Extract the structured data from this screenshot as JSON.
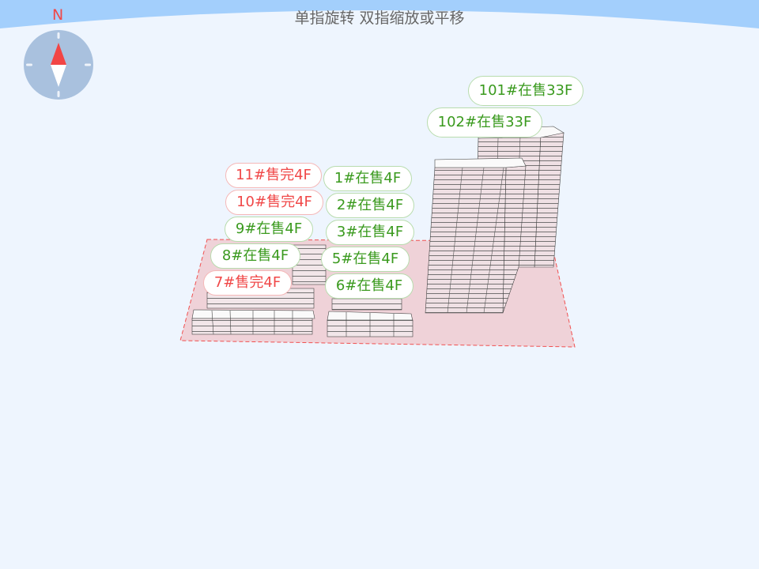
{
  "hint": "单指旋转 双指缩放或平移",
  "compass": {
    "north_label": "N",
    "icon": "compass-icon"
  },
  "colors": {
    "on_sale": "#3a9a1e",
    "sold_out": "#f04848",
    "ground": "#efd2d8"
  },
  "buildings": [
    {
      "id": "101",
      "label": "101#在售33F",
      "status": "on_sale"
    },
    {
      "id": "102",
      "label": "102#在售33F",
      "status": "on_sale"
    },
    {
      "id": "11",
      "label": "11#售完4F",
      "status": "sold"
    },
    {
      "id": "1",
      "label": "1#在售4F",
      "status": "on_sale"
    },
    {
      "id": "10",
      "label": "10#售完4F",
      "status": "sold"
    },
    {
      "id": "2",
      "label": "2#在售4F",
      "status": "on_sale"
    },
    {
      "id": "9",
      "label": "9#在售4F",
      "status": "on_sale"
    },
    {
      "id": "3",
      "label": "3#在售4F",
      "status": "on_sale"
    },
    {
      "id": "8",
      "label": "8#在售4F",
      "status": "on_sale"
    },
    {
      "id": "5",
      "label": "5#在售4F",
      "status": "on_sale"
    },
    {
      "id": "7",
      "label": "7#售完4F",
      "status": "sold"
    },
    {
      "id": "6",
      "label": "6#在售4F",
      "status": "on_sale"
    }
  ]
}
